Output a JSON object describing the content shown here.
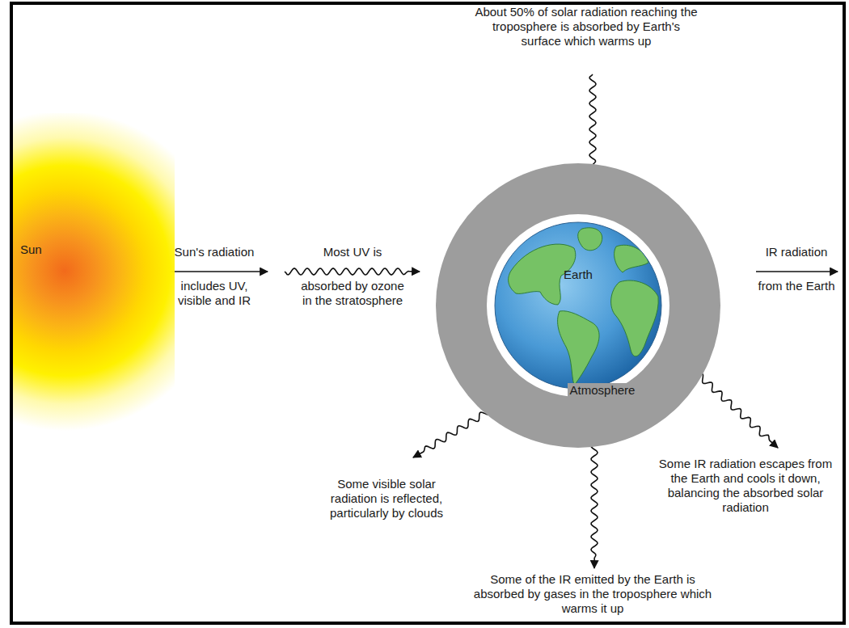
{
  "diagram": {
    "nodes": [
      {
        "text": [
          "Sun"
        ]
      },
      {
        "text": [
          "Atmosphere"
        ]
      },
      {
        "text": [
          "Earth"
        ],
        "in": 1
      }
    ],
    "labels": [
      "About 50% of solar radiation reaching the troposphere is absorbed by Earth's surface which warms up",
      "Sun's radiation",
      "includes UV, visible and IR",
      "Most UV is",
      "absorbed by ozone in the stratosphere",
      "IR radiation",
      "from the Earth",
      "Some visible solar radiation is reflected, particularly by clouds",
      "Some of the IR emitted by the Earth is absorbed by gases in the troposphere which warms it up",
      "Some IR radiation escapes from the Earth and cools it down, balancing the absorbed solar radiation"
    ]
  }
}
